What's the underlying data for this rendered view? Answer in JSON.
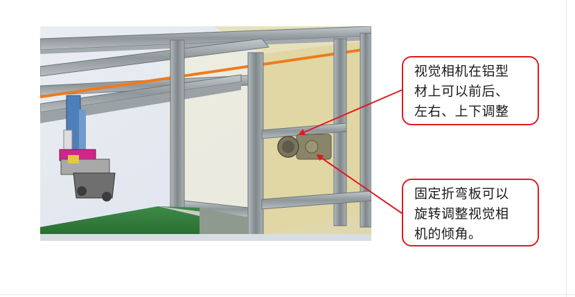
{
  "figure": {
    "image_name": "camera-mount-cad-render"
  },
  "callouts": {
    "camera_adjust": "视觉相机在铝型\n材上可以前后、\n左右、上下调整",
    "bracket_rotate": "固定折弯板可以\n旋转调整视觉相\n机的倾角。"
  },
  "colors": {
    "callout_border": "#e0191f",
    "arrow": "#e0191f",
    "frame_aluminum": "#9aa2a6",
    "panel_tint": "#e8e0b4",
    "conveyor_green": "#2f7a3a",
    "accent_orange": "#f07a1a"
  }
}
